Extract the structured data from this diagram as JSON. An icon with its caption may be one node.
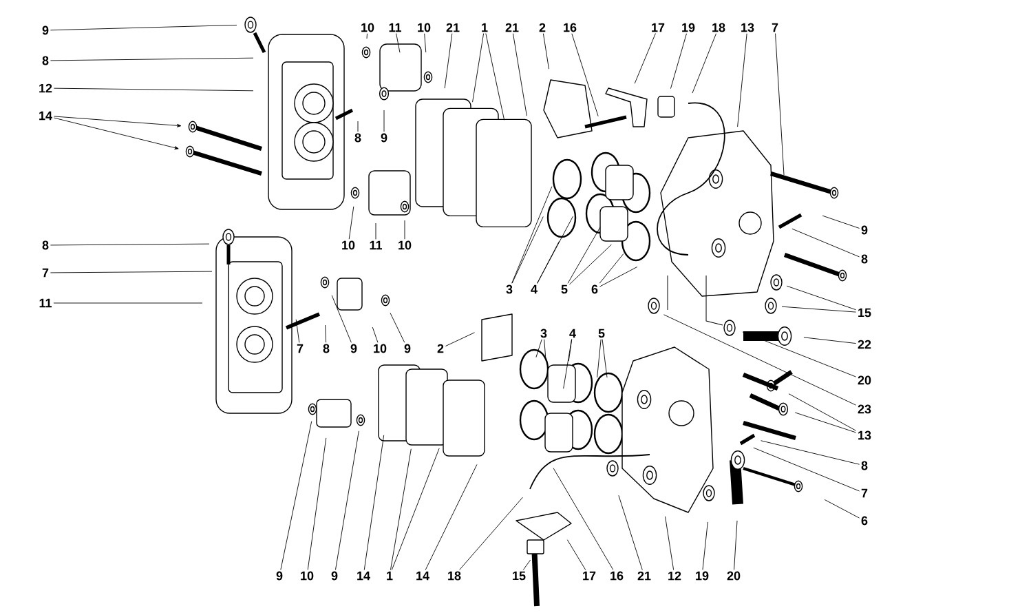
{
  "diagram": {
    "nodes": [
      {
        "text": [
          "9"
        ]
      },
      {
        "text": [
          "8"
        ]
      },
      {
        "text": [
          "12"
        ]
      },
      {
        "text": [
          "14"
        ]
      },
      {
        "text": [
          "10"
        ]
      },
      {
        "text": [
          "11"
        ]
      },
      {
        "text": [
          "10"
        ]
      },
      {
        "text": [
          "8"
        ]
      },
      {
        "text": [
          "9"
        ]
      },
      {
        "text": [
          "10"
        ]
      },
      {
        "text": [
          "11"
        ]
      },
      {
        "text": [
          "10"
        ]
      },
      {
        "text": [
          "21"
        ]
      },
      {
        "text": [
          "1"
        ]
      },
      {
        "text": [
          "21"
        ]
      },
      {
        "text": [
          "2"
        ]
      },
      {
        "text": [
          "16"
        ]
      },
      {
        "text": [
          "17"
        ]
      },
      {
        "text": [
          "19"
        ]
      },
      {
        "text": [
          "18"
        ]
      },
      {
        "text": [
          "13"
        ]
      },
      {
        "text": [
          "7"
        ]
      },
      {
        "text": [
          "9"
        ]
      },
      {
        "text": [
          "8"
        ]
      },
      {
        "text": [
          "15"
        ]
      },
      {
        "text": [
          "22"
        ]
      },
      {
        "text": [
          "20"
        ]
      },
      {
        "text": [
          "23"
        ]
      },
      {
        "text": [
          "13"
        ]
      },
      {
        "text": [
          "8"
        ]
      },
      {
        "text": [
          "7"
        ]
      },
      {
        "text": [
          "6"
        ]
      },
      {
        "text": [
          "8"
        ]
      },
      {
        "text": [
          "7"
        ]
      },
      {
        "text": [
          "11"
        ]
      },
      {
        "text": [
          "7"
        ]
      },
      {
        "text": [
          "8"
        ]
      },
      {
        "text": [
          "9"
        ]
      },
      {
        "text": [
          "10"
        ]
      },
      {
        "text": [
          "9"
        ]
      },
      {
        "text": [
          "2"
        ]
      },
      {
        "text": [
          "3"
        ]
      },
      {
        "text": [
          "4"
        ]
      },
      {
        "text": [
          "5"
        ]
      },
      {
        "text": [
          "6"
        ]
      },
      {
        "text": [
          "3"
        ]
      },
      {
        "text": [
          "4"
        ]
      },
      {
        "text": [
          "5"
        ]
      },
      {
        "text": [
          "9"
        ]
      },
      {
        "text": [
          "10"
        ]
      },
      {
        "text": [
          "9"
        ]
      },
      {
        "text": [
          "14"
        ]
      },
      {
        "text": [
          "1"
        ]
      },
      {
        "text": [
          "14"
        ]
      },
      {
        "text": [
          "18"
        ]
      },
      {
        "text": [
          "15"
        ]
      },
      {
        "text": [
          "17"
        ]
      },
      {
        "text": [
          "16"
        ]
      },
      {
        "text": [
          "21"
        ]
      },
      {
        "text": [
          "12"
        ]
      },
      {
        "text": [
          "19"
        ]
      },
      {
        "text": [
          "20"
        ]
      }
    ],
    "edges": [
      {
        "from": 0,
        "to": null,
        "arrow": "none"
      },
      {
        "from": 1,
        "to": null,
        "arrow": "none"
      },
      {
        "from": 2,
        "to": null,
        "arrow": "none"
      },
      {
        "from": 3,
        "to": null,
        "arrow": "to"
      },
      {
        "from": 3,
        "to": null,
        "arrow": "to"
      },
      {
        "from": 4,
        "to": null,
        "arrow": "none"
      },
      {
        "from": 5,
        "to": null,
        "arrow": "none"
      },
      {
        "from": 6,
        "to": null,
        "arrow": "none"
      },
      {
        "from": 7,
        "to": null,
        "arrow": "none"
      },
      {
        "from": 8,
        "to": null,
        "arrow": "none"
      },
      {
        "from": 9,
        "to": null,
        "arrow": "none"
      },
      {
        "from": 10,
        "to": null,
        "arrow": "none"
      },
      {
        "from": 11,
        "to": null,
        "arrow": "none"
      },
      {
        "from": 12,
        "to": null,
        "arrow": "none"
      },
      {
        "from": 13,
        "to": null,
        "arrow": "none"
      },
      {
        "from": 13,
        "to": null,
        "arrow": "none"
      },
      {
        "from": 14,
        "to": null,
        "arrow": "none"
      },
      {
        "from": 15,
        "to": null,
        "arrow": "none"
      },
      {
        "from": 16,
        "to": null,
        "arrow": "none"
      },
      {
        "from": 17,
        "to": null,
        "arrow": "none"
      },
      {
        "from": 18,
        "to": null,
        "arrow": "none"
      },
      {
        "from": 19,
        "to": null,
        "arrow": "none"
      },
      {
        "from": 20,
        "to": null,
        "arrow": "none"
      },
      {
        "from": 21,
        "to": null,
        "arrow": "none"
      },
      {
        "from": 22,
        "to": null,
        "arrow": "none"
      },
      {
        "from": 23,
        "to": null,
        "arrow": "none"
      },
      {
        "from": 24,
        "to": null,
        "arrow": "none"
      },
      {
        "from": 24,
        "to": null,
        "arrow": "none"
      },
      {
        "from": 25,
        "to": null,
        "arrow": "none"
      },
      {
        "from": 26,
        "to": null,
        "arrow": "none"
      },
      {
        "from": 27,
        "to": null,
        "arrow": "none"
      },
      {
        "from": 28,
        "to": null,
        "arrow": "none"
      },
      {
        "from": 28,
        "to": null,
        "arrow": "none"
      },
      {
        "from": 29,
        "to": null,
        "arrow": "none"
      },
      {
        "from": 30,
        "to": null,
        "arrow": "none"
      },
      {
        "from": 31,
        "to": null,
        "arrow": "none"
      },
      {
        "from": 32,
        "to": null,
        "arrow": "none"
      },
      {
        "from": 33,
        "to": null,
        "arrow": "none"
      },
      {
        "from": 34,
        "to": null,
        "arrow": "none"
      },
      {
        "from": 35,
        "to": null,
        "arrow": "none"
      },
      {
        "from": 36,
        "to": null,
        "arrow": "none"
      },
      {
        "from": 37,
        "to": null,
        "arrow": "none"
      },
      {
        "from": 38,
        "to": null,
        "arrow": "none"
      },
      {
        "from": 39,
        "to": null,
        "arrow": "none"
      },
      {
        "from": 40,
        "to": null,
        "arrow": "none"
      },
      {
        "from": 41,
        "to": null,
        "arrow": "none"
      },
      {
        "from": 41,
        "to": null,
        "arrow": "none"
      },
      {
        "from": 42,
        "to": null,
        "arrow": "none"
      },
      {
        "from": 42,
        "to": null,
        "arrow": "none"
      },
      {
        "from": 43,
        "to": null,
        "arrow": "none"
      },
      {
        "from": 43,
        "to": null,
        "arrow": "none"
      },
      {
        "from": 44,
        "to": null,
        "arrow": "none"
      },
      {
        "from": 44,
        "to": null,
        "arrow": "none"
      },
      {
        "from": 45,
        "to": null,
        "arrow": "none"
      },
      {
        "from": 45,
        "to": null,
        "arrow": "none"
      },
      {
        "from": 46,
        "to": null,
        "arrow": "none"
      },
      {
        "from": 46,
        "to": null,
        "arrow": "none"
      },
      {
        "from": 47,
        "to": null,
        "arrow": "none"
      },
      {
        "from": 47,
        "to": null,
        "arrow": "none"
      },
      {
        "from": 48,
        "to": null,
        "arrow": "none"
      },
      {
        "from": 49,
        "to": null,
        "arrow": "none"
      },
      {
        "from": 50,
        "to": null,
        "arrow": "none"
      },
      {
        "from": 51,
        "to": null,
        "arrow": "none"
      },
      {
        "from": 52,
        "to": null,
        "arrow": "none"
      },
      {
        "from": 52,
        "to": null,
        "arrow": "none"
      },
      {
        "from": 53,
        "to": null,
        "arrow": "none"
      },
      {
        "from": 54,
        "to": null,
        "arrow": "none"
      },
      {
        "from": 55,
        "to": null,
        "arrow": "none"
      },
      {
        "from": 56,
        "to": null,
        "arrow": "none"
      },
      {
        "from": 57,
        "to": null,
        "arrow": "none"
      },
      {
        "from": 58,
        "to": null,
        "arrow": "none"
      },
      {
        "from": 59,
        "to": null,
        "arrow": "none"
      },
      {
        "from": 60,
        "to": null,
        "arrow": "none"
      },
      {
        "from": 61,
        "to": null,
        "arrow": "none"
      }
    ]
  }
}
